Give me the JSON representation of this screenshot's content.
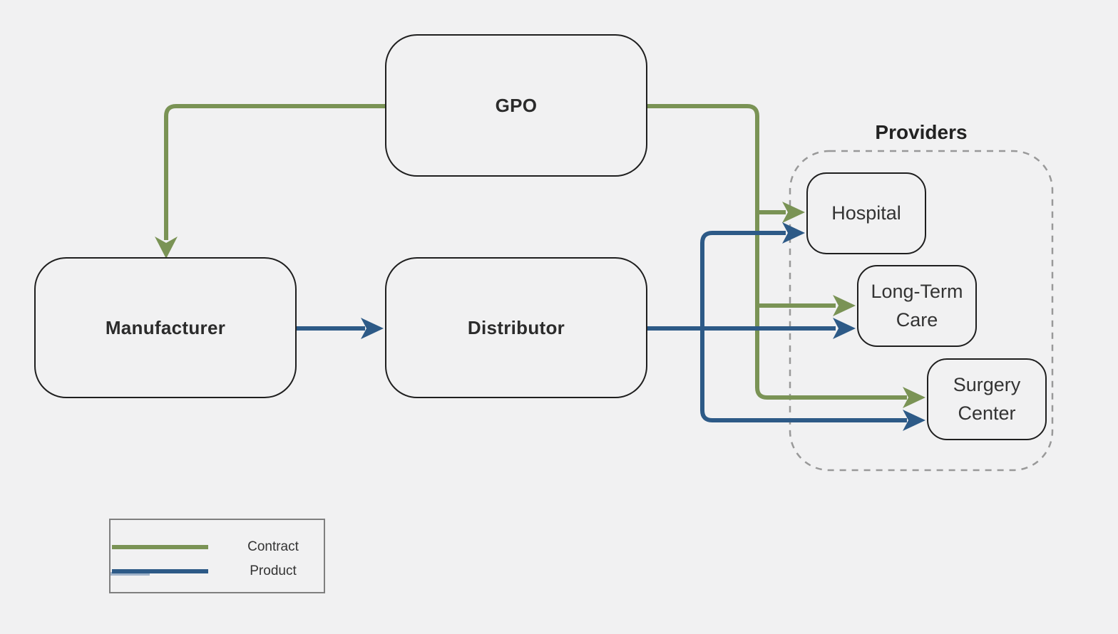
{
  "colors": {
    "background": "#f1f1f2",
    "node_border": "#1f1f1f",
    "group_border": "#999999",
    "contract": "#7a9355",
    "product": "#2d5a87",
    "product_light": "#9fb2c9",
    "legend_border": "#7f7f7f",
    "text": "#2b2b2b"
  },
  "nodes": {
    "gpo": {
      "label": "GPO"
    },
    "manufacturer": {
      "label": "Manufacturer"
    },
    "distributor": {
      "label": "Distributor"
    },
    "hospital": {
      "label": "Hospital"
    },
    "long_term_care": {
      "label": "Long-Term Care"
    },
    "surgery_center": {
      "label": "Surgery Center"
    }
  },
  "group": {
    "label": "Providers",
    "members": [
      "Hospital",
      "Long-Term Care",
      "Surgery Center"
    ]
  },
  "edges": [
    {
      "from": "GPO",
      "to": "Manufacturer",
      "type": "Contract"
    },
    {
      "from": "GPO",
      "to": "Hospital",
      "type": "Contract"
    },
    {
      "from": "GPO",
      "to": "Long-Term Care",
      "type": "Contract"
    },
    {
      "from": "GPO",
      "to": "Surgery Center",
      "type": "Contract"
    },
    {
      "from": "Manufacturer",
      "to": "Distributor",
      "type": "Product"
    },
    {
      "from": "Distributor",
      "to": "Hospital",
      "type": "Product"
    },
    {
      "from": "Distributor",
      "to": "Long-Term Care",
      "type": "Product"
    },
    {
      "from": "Distributor",
      "to": "Surgery Center",
      "type": "Product"
    }
  ],
  "legend": {
    "items": [
      {
        "label": "Contract",
        "color": "#7a9355"
      },
      {
        "label": "Product",
        "color": "#2d5a87"
      }
    ]
  }
}
